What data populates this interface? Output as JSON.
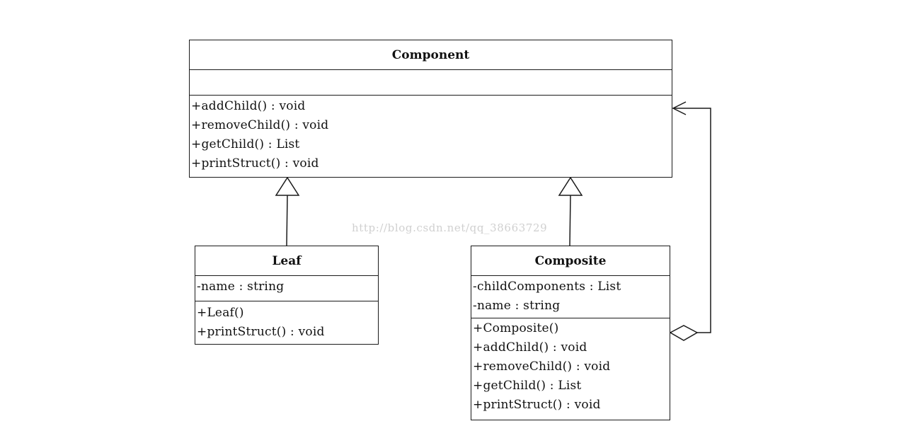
{
  "classes": {
    "component": {
      "name": "Component",
      "attributes": [],
      "operations": [
        "+addChild() : void",
        "+removeChild() : void",
        "+getChild() : List",
        "+printStruct() : void"
      ]
    },
    "leaf": {
      "name": "Leaf",
      "attributes": [
        "-name : string"
      ],
      "operations": [
        "+Leaf()",
        "+printStruct() : void"
      ]
    },
    "composite": {
      "name": "Composite",
      "attributes": [
        "-childComponents : List",
        "-name : string"
      ],
      "operations": [
        "+Composite()",
        "+addChild() : void",
        "+removeChild() : void",
        "+getChild() : List",
        "+printStruct() : void"
      ]
    }
  },
  "relationships": [
    {
      "type": "generalization",
      "from": "Leaf",
      "to": "Component"
    },
    {
      "type": "generalization",
      "from": "Composite",
      "to": "Component"
    },
    {
      "type": "aggregation",
      "from": "Composite",
      "to": "Component"
    }
  ],
  "watermark": "http://blog.csdn.net/qq_38663729",
  "colors": {
    "line": "#1a1a1a",
    "watermark": "#d0d0d0",
    "background": "#ffffff"
  }
}
